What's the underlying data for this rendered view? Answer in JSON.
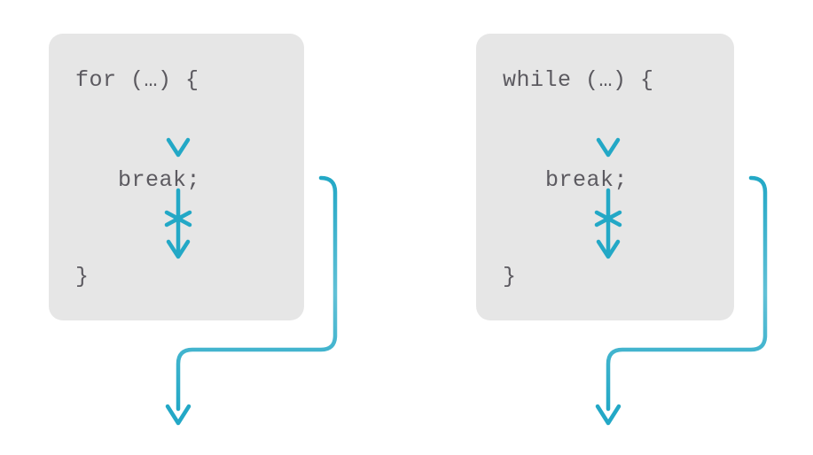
{
  "diagram": {
    "title": "break statement control flow in for and while loops",
    "colors": {
      "panel_background": "#e6e6e6",
      "page_background": "#ffffff",
      "code_text": "#5c5a60",
      "arrow_accent": "#23a8c6"
    },
    "panels": [
      {
        "id": "for-loop",
        "name": "for-loop-panel",
        "header": "for (…) {",
        "body": "break;",
        "footer": "}",
        "arrows": {
          "entry": {
            "name": "entry-arrow",
            "style": "solid-down-arrow",
            "description": "flow enters the loop body and reaches break;"
          },
          "blocked": {
            "name": "blocked-arrow",
            "style": "down-arrow-with-cross",
            "description": "flow does not continue to the rest of the loop body"
          },
          "exit": {
            "name": "exit-arrow",
            "style": "orthogonal-routed-down-arrow",
            "description": "break; jumps out of the loop to the statement after it"
          }
        }
      },
      {
        "id": "while-loop",
        "name": "while-loop-panel",
        "header": "while (…) {",
        "body": "break;",
        "footer": "}",
        "arrows": {
          "entry": {
            "name": "entry-arrow",
            "style": "solid-down-arrow",
            "description": "flow enters the loop body and reaches break;"
          },
          "blocked": {
            "name": "blocked-arrow",
            "style": "down-arrow-with-cross",
            "description": "flow does not continue to the rest of the loop body"
          },
          "exit": {
            "name": "exit-arrow",
            "style": "orthogonal-routed-down-arrow",
            "description": "break; jumps out of the loop to the statement after it"
          }
        }
      }
    ]
  }
}
